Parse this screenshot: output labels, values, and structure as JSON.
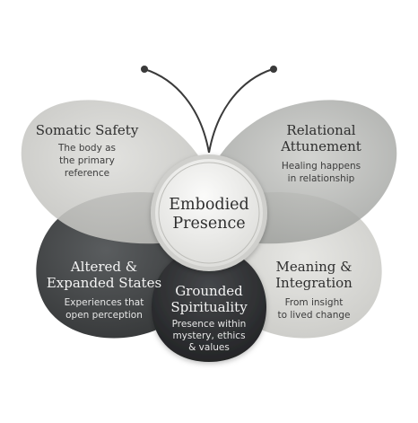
{
  "center": {
    "line1": "Embodied",
    "line2": "Presence"
  },
  "wings": {
    "top_left": {
      "title": [
        "Somatic Safety"
      ],
      "subtitle": [
        "The body as",
        "the primary",
        "reference"
      ]
    },
    "top_right": {
      "title": [
        "Relational",
        "Attunement"
      ],
      "subtitle": [
        "Healing happens",
        "in relationship"
      ]
    },
    "bottom_left": {
      "title": [
        "Altered &",
        "Expanded States"
      ],
      "subtitle": [
        "Experiences that",
        "open perception"
      ]
    },
    "bottom_right": {
      "title": [
        "Meaning &",
        "Integration"
      ],
      "subtitle": [
        "From insight",
        "to lived change"
      ]
    },
    "bottom_center": {
      "title": [
        "Grounded",
        "Spirituality"
      ],
      "subtitle": [
        "Presence within",
        "mystery, ethics",
        "& values"
      ]
    }
  },
  "colors": {
    "top_left": "#cfcfcb",
    "top_right": "#a9aba8",
    "bottom_left": "#3b3d3e",
    "bottom_right": "#d7d7d3",
    "bottom_center": "#2c2d2f",
    "center_disc": "#f2f2f0"
  }
}
